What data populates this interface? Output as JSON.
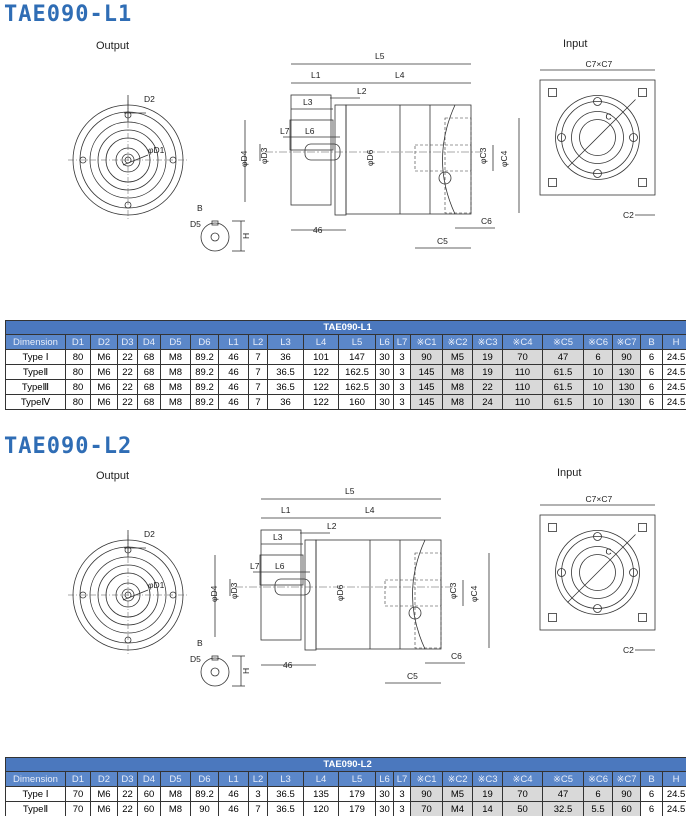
{
  "drawing_labels": {
    "output": "Output",
    "input": "Input",
    "L1": "L1",
    "L2": "L2",
    "L3": "L3",
    "L4": "L4",
    "L5": "L5",
    "L6": "L6",
    "L7": "L7",
    "D1": "φD1",
    "D2": "D2",
    "D3": "φD3",
    "D4": "φD4",
    "D6": "φD6",
    "C3": "φC3",
    "C4": "φC4",
    "C5": "C5",
    "C6": "C6",
    "C7": "C7×C7",
    "C_radius": "C",
    "C2": "C2",
    "B": "B",
    "D5": "D5",
    "H": "H",
    "dim46": "46"
  },
  "columns": [
    "Dimension",
    "D1",
    "D2",
    "D3",
    "D4",
    "D5",
    "D6",
    "L1",
    "L2",
    "L3",
    "L4",
    "L5",
    "L6",
    "L7",
    "※C1",
    "※C2",
    "※C3",
    "※C4",
    "※C5",
    "※C6",
    "※C7",
    "B",
    "H"
  ],
  "sections": [
    {
      "title": "TAE090-L1",
      "table_caption": "TAE090-L1",
      "rows": [
        [
          "Type Ⅰ",
          "80",
          "M6",
          "22",
          "68",
          "M8",
          "89.2",
          "46",
          "7",
          "36",
          "101",
          "147",
          "30",
          "3",
          "90",
          "M5",
          "19",
          "70",
          "47",
          "6",
          "90",
          "6",
          "24.5"
        ],
        [
          "TypeⅡ",
          "80",
          "M6",
          "22",
          "68",
          "M8",
          "89.2",
          "46",
          "7",
          "36.5",
          "122",
          "162.5",
          "30",
          "3",
          "145",
          "M8",
          "19",
          "110",
          "61.5",
          "10",
          "130",
          "6",
          "24.5"
        ],
        [
          "TypeⅢ",
          "80",
          "M6",
          "22",
          "68",
          "M8",
          "89.2",
          "46",
          "7",
          "36.5",
          "122",
          "162.5",
          "30",
          "3",
          "145",
          "M8",
          "22",
          "110",
          "61.5",
          "10",
          "130",
          "6",
          "24.5"
        ],
        [
          "TypeⅣ",
          "80",
          "M6",
          "22",
          "68",
          "M8",
          "89.2",
          "46",
          "7",
          "36",
          "122",
          "160",
          "30",
          "3",
          "145",
          "M8",
          "24",
          "110",
          "61.5",
          "10",
          "130",
          "6",
          "24.5"
        ]
      ]
    },
    {
      "title": "TAE090-L2",
      "table_caption": "TAE090-L2",
      "rows": [
        [
          "Type Ⅰ",
          "70",
          "M6",
          "22",
          "60",
          "M8",
          "89.2",
          "46",
          "3",
          "36.5",
          "135",
          "179",
          "30",
          "3",
          "90",
          "M5",
          "19",
          "70",
          "47",
          "6",
          "90",
          "6",
          "24.5"
        ],
        [
          "TypeⅡ",
          "70",
          "M6",
          "22",
          "60",
          "M8",
          "90",
          "46",
          "7",
          "36.5",
          "120",
          "179",
          "30",
          "3",
          "70",
          "M4",
          "14",
          "50",
          "32.5",
          "5.5",
          "60",
          "6",
          "24.5"
        ]
      ]
    }
  ]
}
